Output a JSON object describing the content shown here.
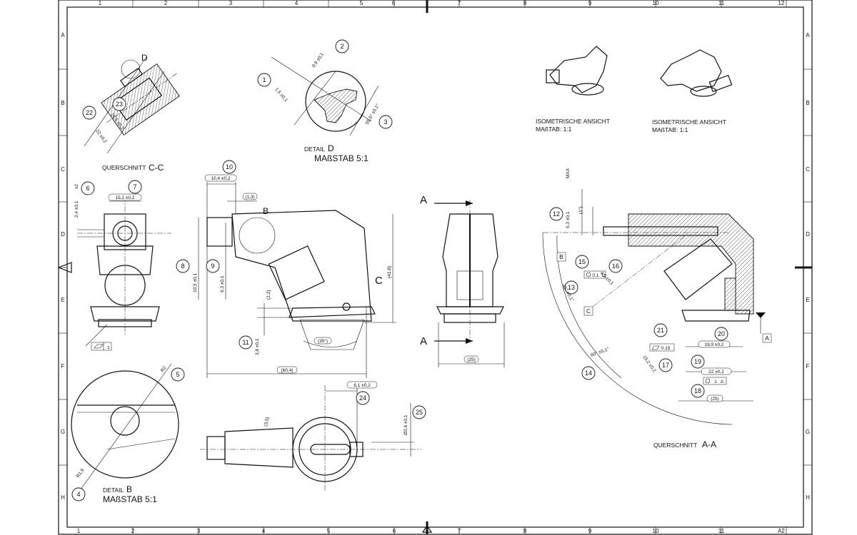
{
  "sheet": {
    "format": "A2",
    "zones_x": [
      "1",
      "2",
      "3",
      "4",
      "5",
      "6",
      "7",
      "8",
      "9",
      "10",
      "11",
      "12"
    ],
    "zones_y": [
      "A",
      "B",
      "C",
      "D",
      "E",
      "F",
      "G",
      "H"
    ]
  },
  "views": {
    "section_cc": {
      "prefix": "QUERSCHNITT",
      "letter": "C-C",
      "marker": "D"
    },
    "detail_d": {
      "prefix": "DETAIL",
      "letter": "D",
      "scale": "MAßSTAB 5:1"
    },
    "iso1": {
      "title": "ISOMETRISCHE ANSICHT",
      "scale": "MAßTAB: 1:1"
    },
    "iso2": {
      "title": "ISOMETRISCHE ANSICHT",
      "scale": "MAßTAB: 1:1"
    },
    "detail_b": {
      "prefix": "DETAIL",
      "letter": "B",
      "scale": "MAßSTAB 5:1"
    },
    "section_aa": {
      "prefix": "QUERSCHNITT",
      "letter": "A-A"
    },
    "section_marks": {
      "a_top": "A",
      "a_bottom": "A",
      "c_side": "C",
      "b_marker": "B"
    }
  },
  "balloons": [
    "1",
    "2",
    "3",
    "4",
    "5",
    "6",
    "7",
    "8",
    "9",
    "10",
    "11",
    "12",
    "13",
    "14",
    "15",
    "16",
    "17",
    "18",
    "19",
    "20",
    "21",
    "22",
    "23",
    "24",
    "25"
  ],
  "dims": {
    "d1": "1,5 ±0,1",
    "d2": "0,9 ±0,1",
    "d3": "55,6° ±0,1°",
    "d5": "R2",
    "d4": "R1,9",
    "d6": "2,4 ±0,1",
    "d6x": "x2",
    "d7": "15,2 ±0,2",
    "d8": "10,5 ±0,1",
    "d9": "9,3 ±0,1",
    "d10": "10,4 ±0,2",
    "d11": "3,8 ±0,1",
    "d13ref": "(1,3)",
    "d22ref": "(2,2)",
    "d30": "(30°)",
    "d604": "(60,4)",
    "d418": "(41,8)",
    "d25": "(25)",
    "d22": "22 ±0,2",
    "d23": "18,5 ±0,2",
    "d24": "6,1 ±0,2",
    "d25b": "Ø3,6 ±0,1",
    "d35": "(3,5)",
    "d12": "5,3 ±0,1",
    "d12max": "MAX",
    "d1deg": "(1°)",
    "d15": "4,9 ±0,1",
    "d13": "45° ±0,1°",
    "d14": "60° ±0,1°",
    "d17": "15,2 ±0,2",
    "d19": "19,9 ±0,2",
    "d18": "22 ±0,2",
    "d25c": "(25)",
    "flat_tol": "0.15",
    "flat1": "1",
    "circ_tol": "1",
    "circ_ref": "A",
    "pos_tol": "0.1",
    "pos_ref": "C",
    "ref_a": "A",
    "ref_b": "B",
    "ref_c": "C"
  },
  "icons": {
    "flatness": "flatness-symbol",
    "circularity": "circularity-symbol",
    "position": "position-symbol",
    "datum": "datum-triangle",
    "center": "center-arrow"
  }
}
